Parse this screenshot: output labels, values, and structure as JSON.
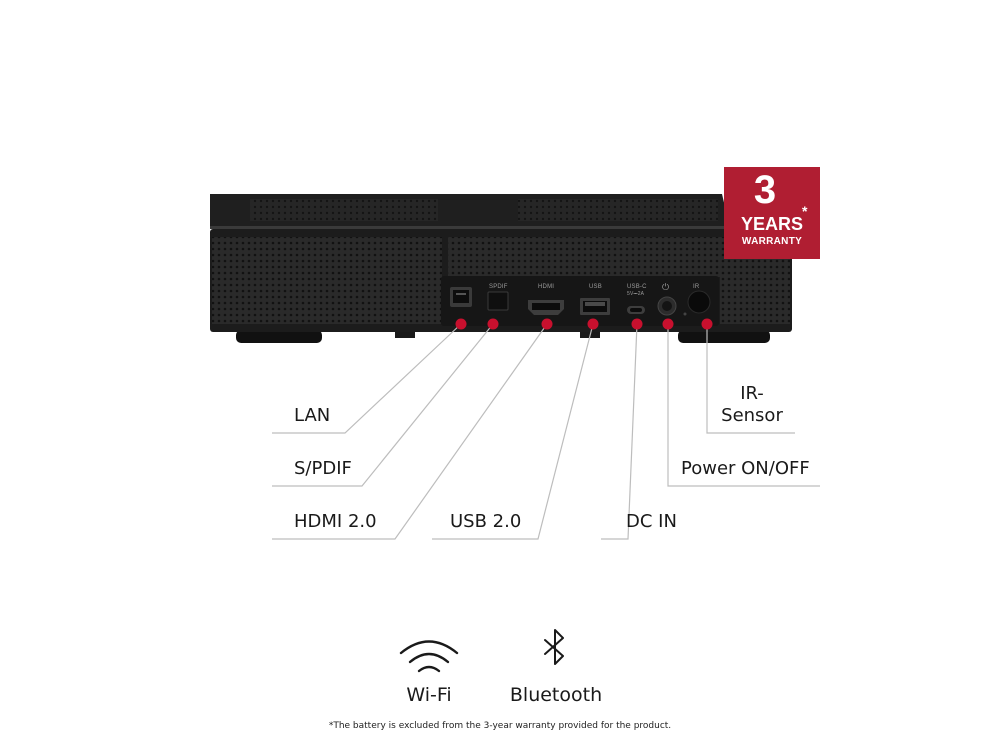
{
  "ports": {
    "lan": "LAN",
    "spdif": "S/PDIF",
    "hdmi": "HDMI 2.0",
    "usb": "USB 2.0",
    "dc_in": "DC IN",
    "power": "Power ON/OFF",
    "ir_line1": "IR-",
    "ir_line2": "Sensor"
  },
  "port_printed_labels": {
    "spdif": "SPDIF",
    "hdmi": "HDMI",
    "usb": "USB",
    "usbc": "USB-C",
    "usbc_sub": "5V⎓2A",
    "power": "⏻",
    "ir": "IR"
  },
  "badge": {
    "number": "3",
    "asterisk": "*",
    "years": "YEARS",
    "warranty": "WARRANTY",
    "color": "#b01e32"
  },
  "connectivity": {
    "wifi_label": "Wi-Fi",
    "bluetooth_label": "Bluetooth"
  },
  "footnote": "*The battery is excluded from the 3-year warranty provided for the product.",
  "colors": {
    "callout_dot": "#c8102e",
    "callout_line": "#bdbdbd",
    "device_body": "#1c1c1c"
  }
}
